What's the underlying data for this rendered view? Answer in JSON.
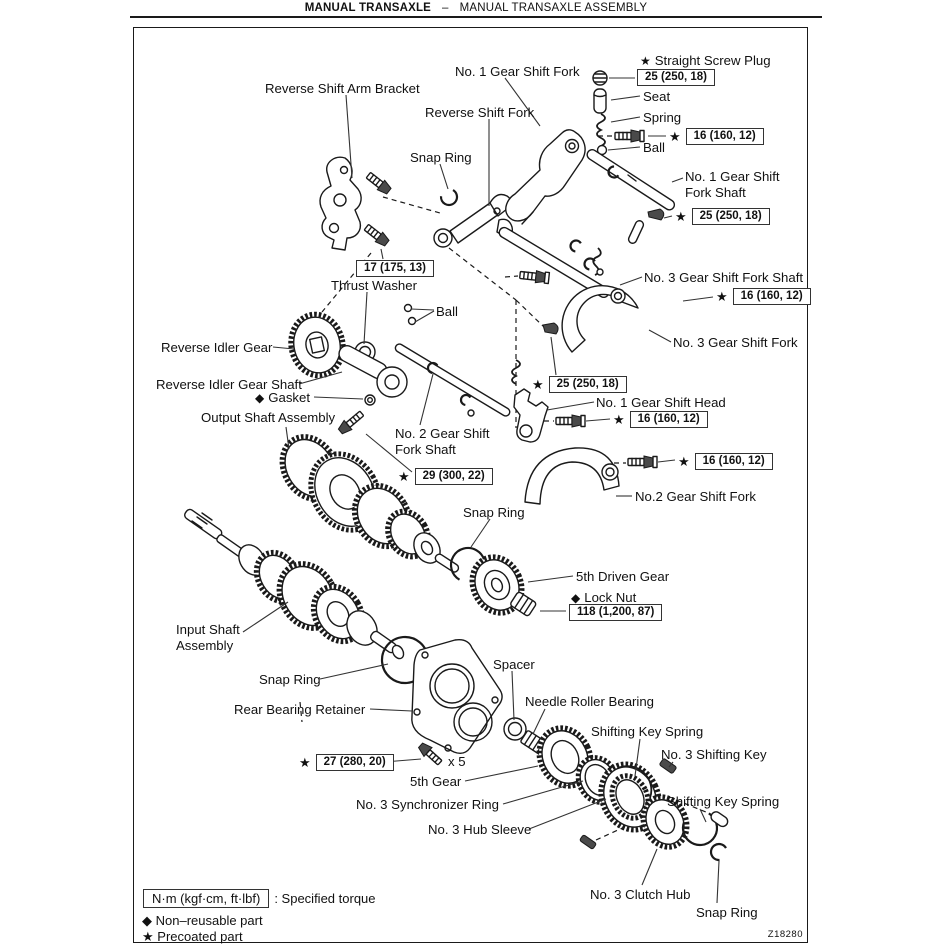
{
  "header": {
    "section": "MANUAL TRANSAXLE",
    "dash": "–",
    "subsection": "MANUAL TRANSAXLE ASSEMBLY"
  },
  "figure_code": "Z18280",
  "symbols": {
    "star": "★",
    "diamond": "◆"
  },
  "callouts": {
    "reverse_shift_arm_bracket": "Reverse Shift Arm Bracket",
    "no1_gear_shift_fork": "No. 1 Gear Shift Fork",
    "reverse_shift_fork": "Reverse Shift Fork",
    "snap_ring_top": "Snap Ring",
    "straight_screw_plug": "Straight Screw Plug",
    "seat": "Seat",
    "spring": "Spring",
    "ball_top": "Ball",
    "no1_gear_shift_fork_shaft_l1": "No. 1 Gear Shift",
    "no1_gear_shift_fork_shaft_l2": "Fork Shaft",
    "no3_gear_shift_fork_shaft": "No. 3 Gear Shift Fork Shaft",
    "no3_gear_shift_fork": "No. 3 Gear Shift Fork",
    "thrust_washer": "Thrust Washer",
    "ball_mid": "Ball",
    "reverse_idler_gear": "Reverse Idler Gear",
    "reverse_idler_gear_shaft": "Reverse Idler Gear Shaft",
    "gasket": "Gasket",
    "output_shaft_assembly": "Output Shaft Assembly",
    "no2_gear_shift_fork_shaft_l1": "No. 2 Gear Shift",
    "no2_gear_shift_fork_shaft_l2": "Fork Shaft",
    "no1_gear_shift_head": "No. 1 Gear Shift Head",
    "no2_gear_shift_fork": "No.2 Gear Shift Fork",
    "snap_ring_5th": "Snap Ring",
    "fifth_driven_gear": "5th Driven Gear",
    "lock_nut": "Lock Nut",
    "input_shaft_assembly_l1": "Input Shaft",
    "input_shaft_assembly_l2": "Assembly",
    "snap_ring_input": "Snap Ring",
    "rear_bearing_retainer": "Rear Bearing Retainer",
    "spacer": "Spacer",
    "needle_roller_bearing": "Needle Roller Bearing",
    "shifting_key_spring_1": "Shifting Key Spring",
    "no3_shifting_key": "No. 3 Shifting Key",
    "x5": "x 5",
    "fifth_gear": "5th Gear",
    "no3_synchronizer_ring": "No. 3 Synchronizer Ring",
    "shifting_key_spring_2": "Shifting Key Spring",
    "no3_hub_sleeve": "No. 3 Hub Sleeve",
    "no3_clutch_hub": "No. 3 Clutch Hub",
    "snap_ring_bottom": "Snap Ring"
  },
  "torques": {
    "t25_screw_plug": "25 (250, 18)",
    "t16_detent_top": "16 (160, 12)",
    "t25_no1_shaft_plug": "25 (250, 18)",
    "t16_no3_shaft_bolt": "16 (160, 12)",
    "t17_bracket": "17 (175, 13)",
    "t25_detent_mid": "25 (250, 18)",
    "t16_head_bolt": "16 (160, 12)",
    "t16_no2_fork_bolt": "16 (160, 12)",
    "t29_output": "29 (300, 22)",
    "t118_lock_nut": "118 (1,200, 87)",
    "t27_retainer": "27 (280, 20)"
  },
  "legend": {
    "torque_unit": "N·m (kgf·cm, ft·lbf)",
    "torque_desc": ": Specified torque",
    "non_reusable": "Non–reusable part",
    "precoated": "Precoated part"
  }
}
